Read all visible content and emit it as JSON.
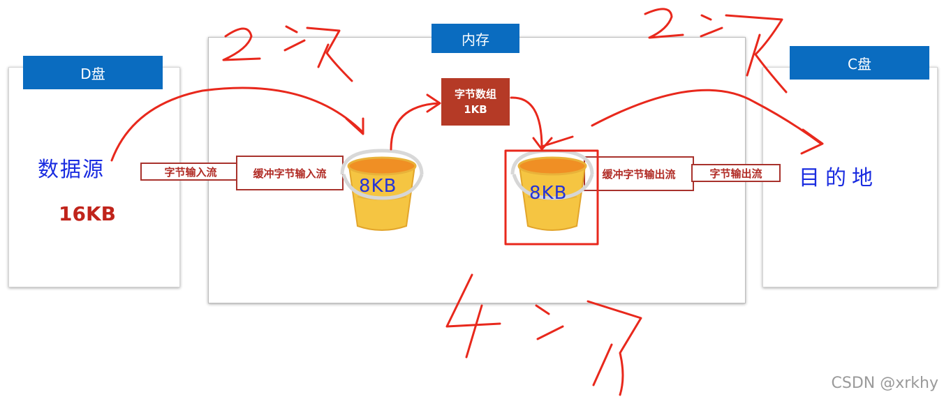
{
  "disk_d": {
    "title": "D盘",
    "source_label": "数据源",
    "size_label": "16KB"
  },
  "memory": {
    "title": "内存"
  },
  "disk_c": {
    "title": "C盘",
    "destination_label": "目的地"
  },
  "streams": {
    "byte_input": "字节输入流",
    "buffered_input": "缓冲字节输入流",
    "buffered_output": "缓冲字节输出流",
    "byte_output": "字节输出流"
  },
  "byte_array": {
    "line1": "字节数组",
    "line2": "1KB"
  },
  "buckets": {
    "input_buffer": "8KB",
    "output_buffer": "8KB"
  },
  "handwritten": {
    "read_count": "2次",
    "write_count": "2次",
    "memory_count": "4次"
  },
  "colors": {
    "header_blue": "#0a6cc0",
    "stream_red": "#a8322c",
    "annotation_red": "#e8281c",
    "handwriting_blue": "#1a2ce0"
  },
  "watermark": "CSDN @xrkhy"
}
